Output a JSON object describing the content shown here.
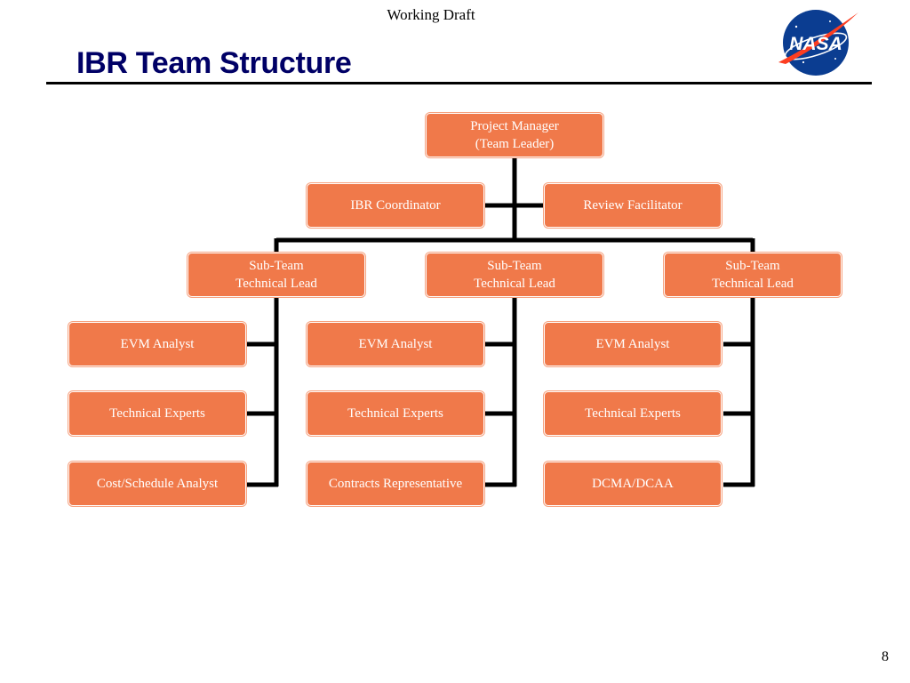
{
  "header": {
    "draft_label": "Working Draft",
    "title": "IBR Team Structure",
    "logo_name": "NASA"
  },
  "org_chart": {
    "root": {
      "line1": "Project Manager",
      "line2": "(Team Leader)"
    },
    "staff": [
      {
        "label": "IBR Coordinator"
      },
      {
        "label": "Review Facilitator"
      }
    ],
    "leads": [
      {
        "line1": "Sub-Team",
        "line2": "Technical Lead"
      },
      {
        "line1": "Sub-Team",
        "line2": "Technical Lead"
      },
      {
        "line1": "Sub-Team",
        "line2": "Technical Lead"
      }
    ],
    "members": [
      [
        "EVM Analyst",
        "Technical Experts",
        "Cost/Schedule Analyst"
      ],
      [
        "EVM Analyst",
        "Technical Experts",
        "Contracts Representative"
      ],
      [
        "EVM Analyst",
        "Technical Experts",
        "DCMA/DCAA"
      ]
    ]
  },
  "colors": {
    "box_fill": "#f0794a",
    "box_text": "#ffffff",
    "title": "#000066",
    "connector": "#000000"
  },
  "footer": {
    "page_number": "8"
  }
}
